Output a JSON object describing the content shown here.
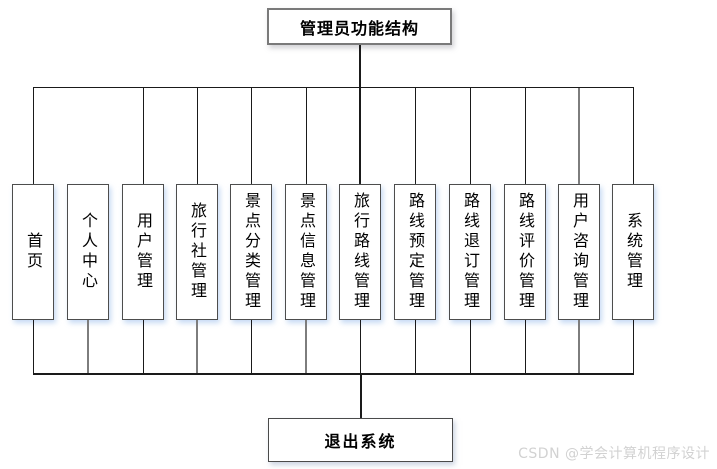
{
  "diagram": {
    "title": "管理员功能结构",
    "modules": [
      {
        "label": "首页"
      },
      {
        "label": "个人中心"
      },
      {
        "label": "用户管理"
      },
      {
        "label": "旅行社管理"
      },
      {
        "label": "景点分类管理"
      },
      {
        "label": "景点信息管理"
      },
      {
        "label": "旅行路线管理"
      },
      {
        "label": "路线预定管理"
      },
      {
        "label": "路线退订管理"
      },
      {
        "label": "路线评价管理"
      },
      {
        "label": "用户咨询管理"
      },
      {
        "label": "系统管理"
      }
    ],
    "exit_label": "退出系统"
  },
  "watermark": {
    "text": "CSDN @学会计算机程序设计"
  }
}
